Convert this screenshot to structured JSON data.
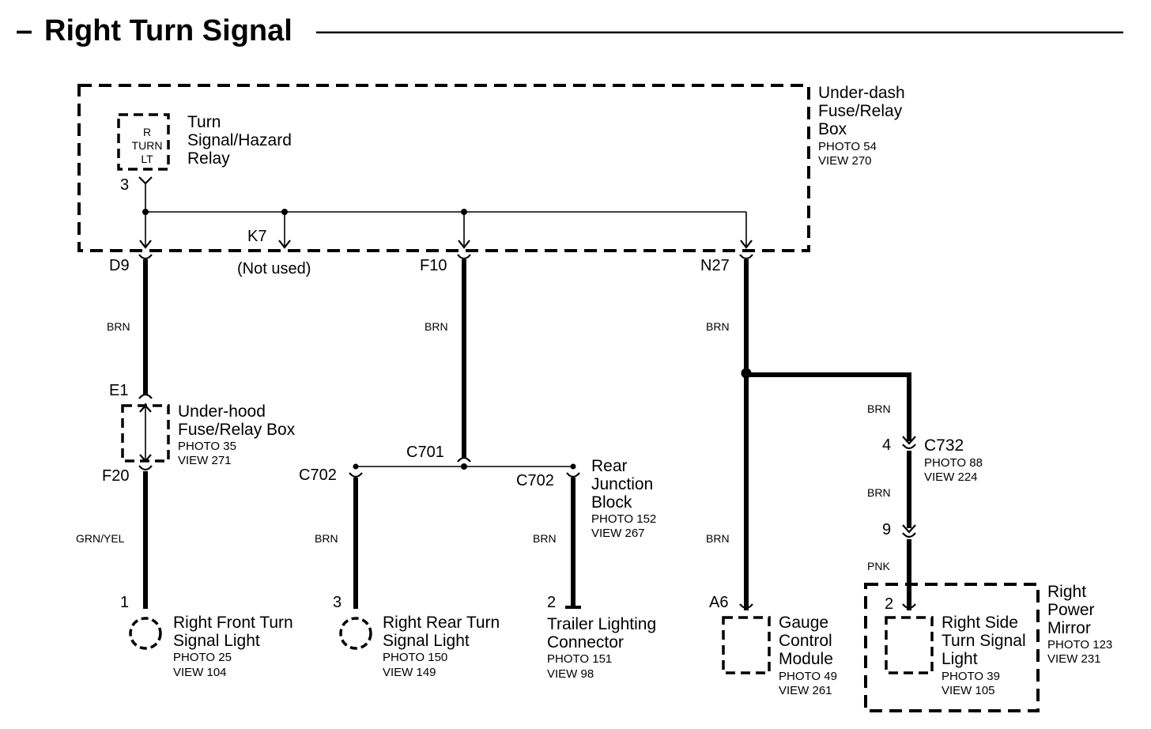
{
  "title": "Right Turn Signal",
  "title_dash": "–",
  "relay": {
    "inner": [
      "R",
      "TURN",
      "LT"
    ],
    "name": [
      "Turn",
      "Signal/Hazard",
      "Relay"
    ],
    "pin": "3"
  },
  "underdash": {
    "name": [
      "Under-dash",
      "Fuse/Relay",
      "Box"
    ],
    "photo": "PHOTO 54",
    "view": "VIEW 270"
  },
  "terminals": {
    "d9": "D9",
    "k7": "K7",
    "not_used": "(Not used)",
    "f10": "F10",
    "n27": "N27",
    "e1": "E1",
    "f20": "F20",
    "c701": "C701",
    "c702_left": "C702",
    "c702_right": "C702",
    "a6": "A6",
    "c732_4": "4",
    "c732_9": "9"
  },
  "wires": {
    "d9_e1": "BRN",
    "f10_c701": "BRN",
    "n27_splice": "BRN",
    "f20_front": "GRN/YEL",
    "c702_rear": "BRN",
    "c702_trailer": "BRN",
    "splice_a6": "BRN",
    "splice_c732": "BRN",
    "c732_between": "BRN",
    "c732_side": "PNK"
  },
  "underhood": {
    "name": [
      "Under-hood",
      "Fuse/Relay Box"
    ],
    "photo": "PHOTO 35",
    "view": "VIEW 271"
  },
  "rear_junction": {
    "name": [
      "Rear",
      "Junction",
      "Block"
    ],
    "photo": "PHOTO 152",
    "view": "VIEW 267"
  },
  "c732": {
    "name": "C732",
    "photo": "PHOTO 88",
    "view": "VIEW 224"
  },
  "front_light": {
    "pin": "1",
    "name": [
      "Right Front Turn",
      "Signal Light"
    ],
    "photo": "PHOTO 25",
    "view": "VIEW 104"
  },
  "rear_light": {
    "pin": "3",
    "name": [
      "Right Rear Turn",
      "Signal Light"
    ],
    "photo": "PHOTO 150",
    "view": "VIEW 149"
  },
  "trailer": {
    "pin": "2",
    "name": [
      "Trailer Lighting",
      "Connector"
    ],
    "photo": "PHOTO 151",
    "view": "VIEW 98"
  },
  "gauge": {
    "pin": "A6",
    "name": [
      "Gauge",
      "Control",
      "Module"
    ],
    "photo": "PHOTO 49",
    "view": "VIEW 261"
  },
  "side_light": {
    "pin": "2",
    "name": [
      "Right Side",
      "Turn Signal",
      "Light"
    ],
    "photo": "PHOTO 39",
    "view": "VIEW 105"
  },
  "mirror": {
    "name": [
      "Right",
      "Power",
      "Mirror"
    ],
    "photo": "PHOTO 123",
    "view": "VIEW 231"
  }
}
